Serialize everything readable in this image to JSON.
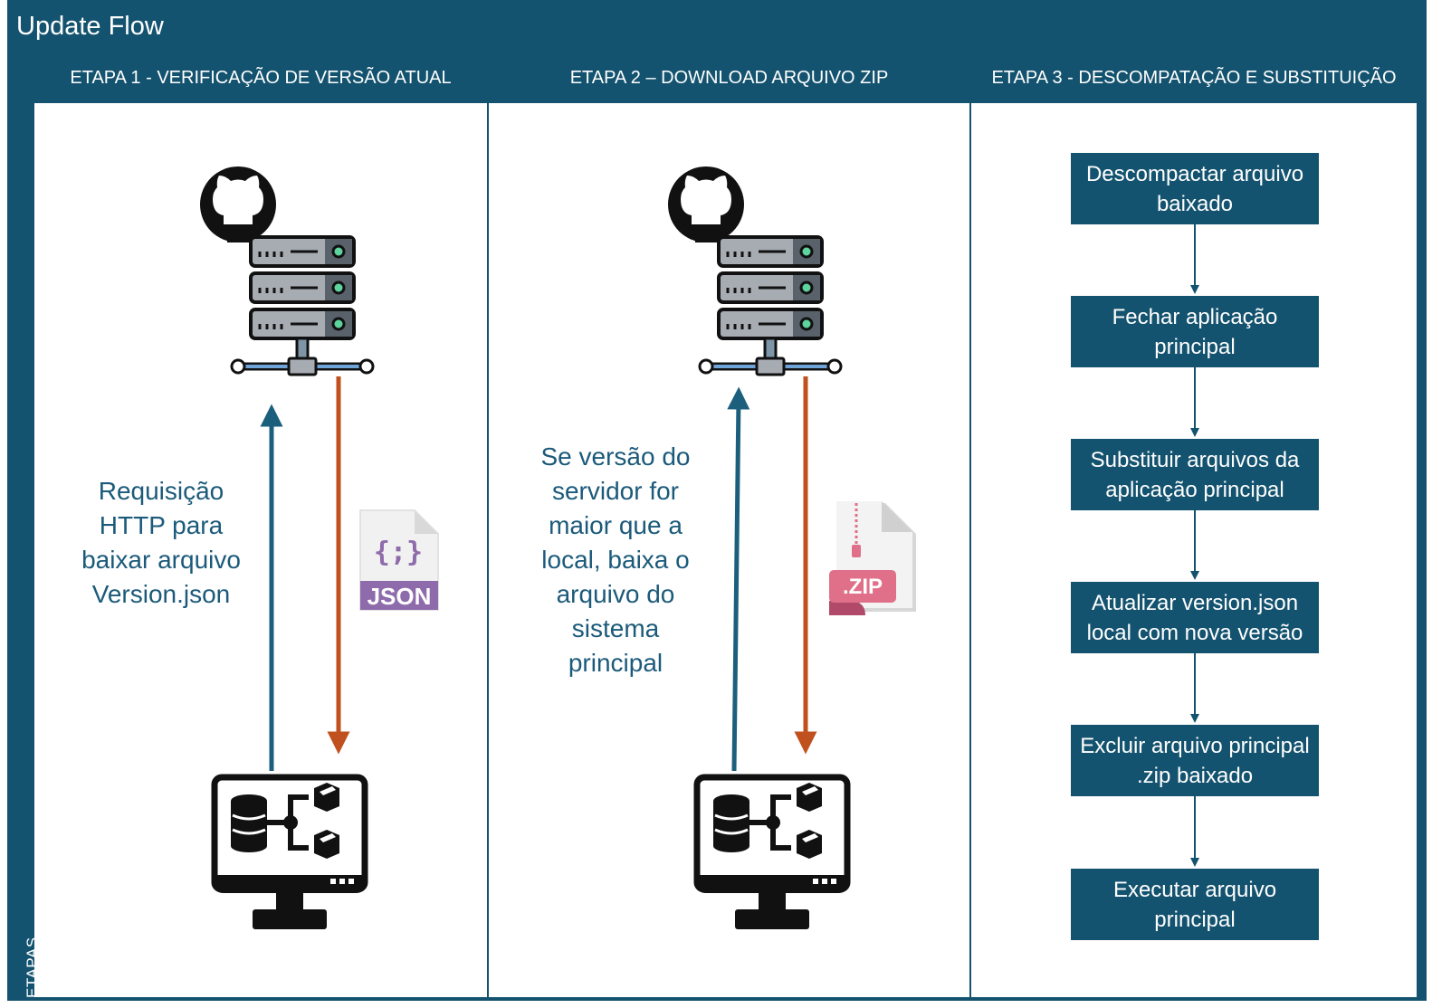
{
  "title": "Update Flow",
  "side_label": "ETAPAS",
  "lanes": [
    {
      "header": "ETAPA 1 - VERIFICAÇÃO DE VERSÃO ATUAL"
    },
    {
      "header": "ETAPA 2 – DOWNLOAD ARQUIVO ZIP"
    },
    {
      "header": "ETAPA 3 - DESCOMPATAÇÃO E SUBSTITUIÇÃO"
    }
  ],
  "stage1": {
    "note": "Requisição HTTP para baixar arquivo Version.json",
    "file_label": "JSON",
    "file_glyph": "{;}",
    "icons": [
      "github-icon",
      "server-rack-icon",
      "json-file-icon",
      "computer-monitor-icon"
    ]
  },
  "stage2": {
    "note": "Se versão do servidor for maior que a local, baixa o arquivo do sistema principal",
    "file_label": ".ZIP",
    "icons": [
      "github-icon",
      "server-rack-icon",
      "zip-file-icon",
      "computer-monitor-icon"
    ]
  },
  "stage3": {
    "steps": [
      "Descompactar arquivo baixado",
      "Fechar aplicação principal",
      "Substituir arquivos da aplicação principal",
      "Atualizar version.json local com nova versão",
      "Excluir arquivo principal .zip baixado",
      "Executar arquivo principal"
    ]
  },
  "colors": {
    "dark_blue": "#14536f",
    "text_blue": "#1b5a7a",
    "request_arrow": "#1b5f7c",
    "response_arrow": "#c0501d",
    "json_purple": "#8e6bab",
    "zip_pink": "#e0708a"
  }
}
